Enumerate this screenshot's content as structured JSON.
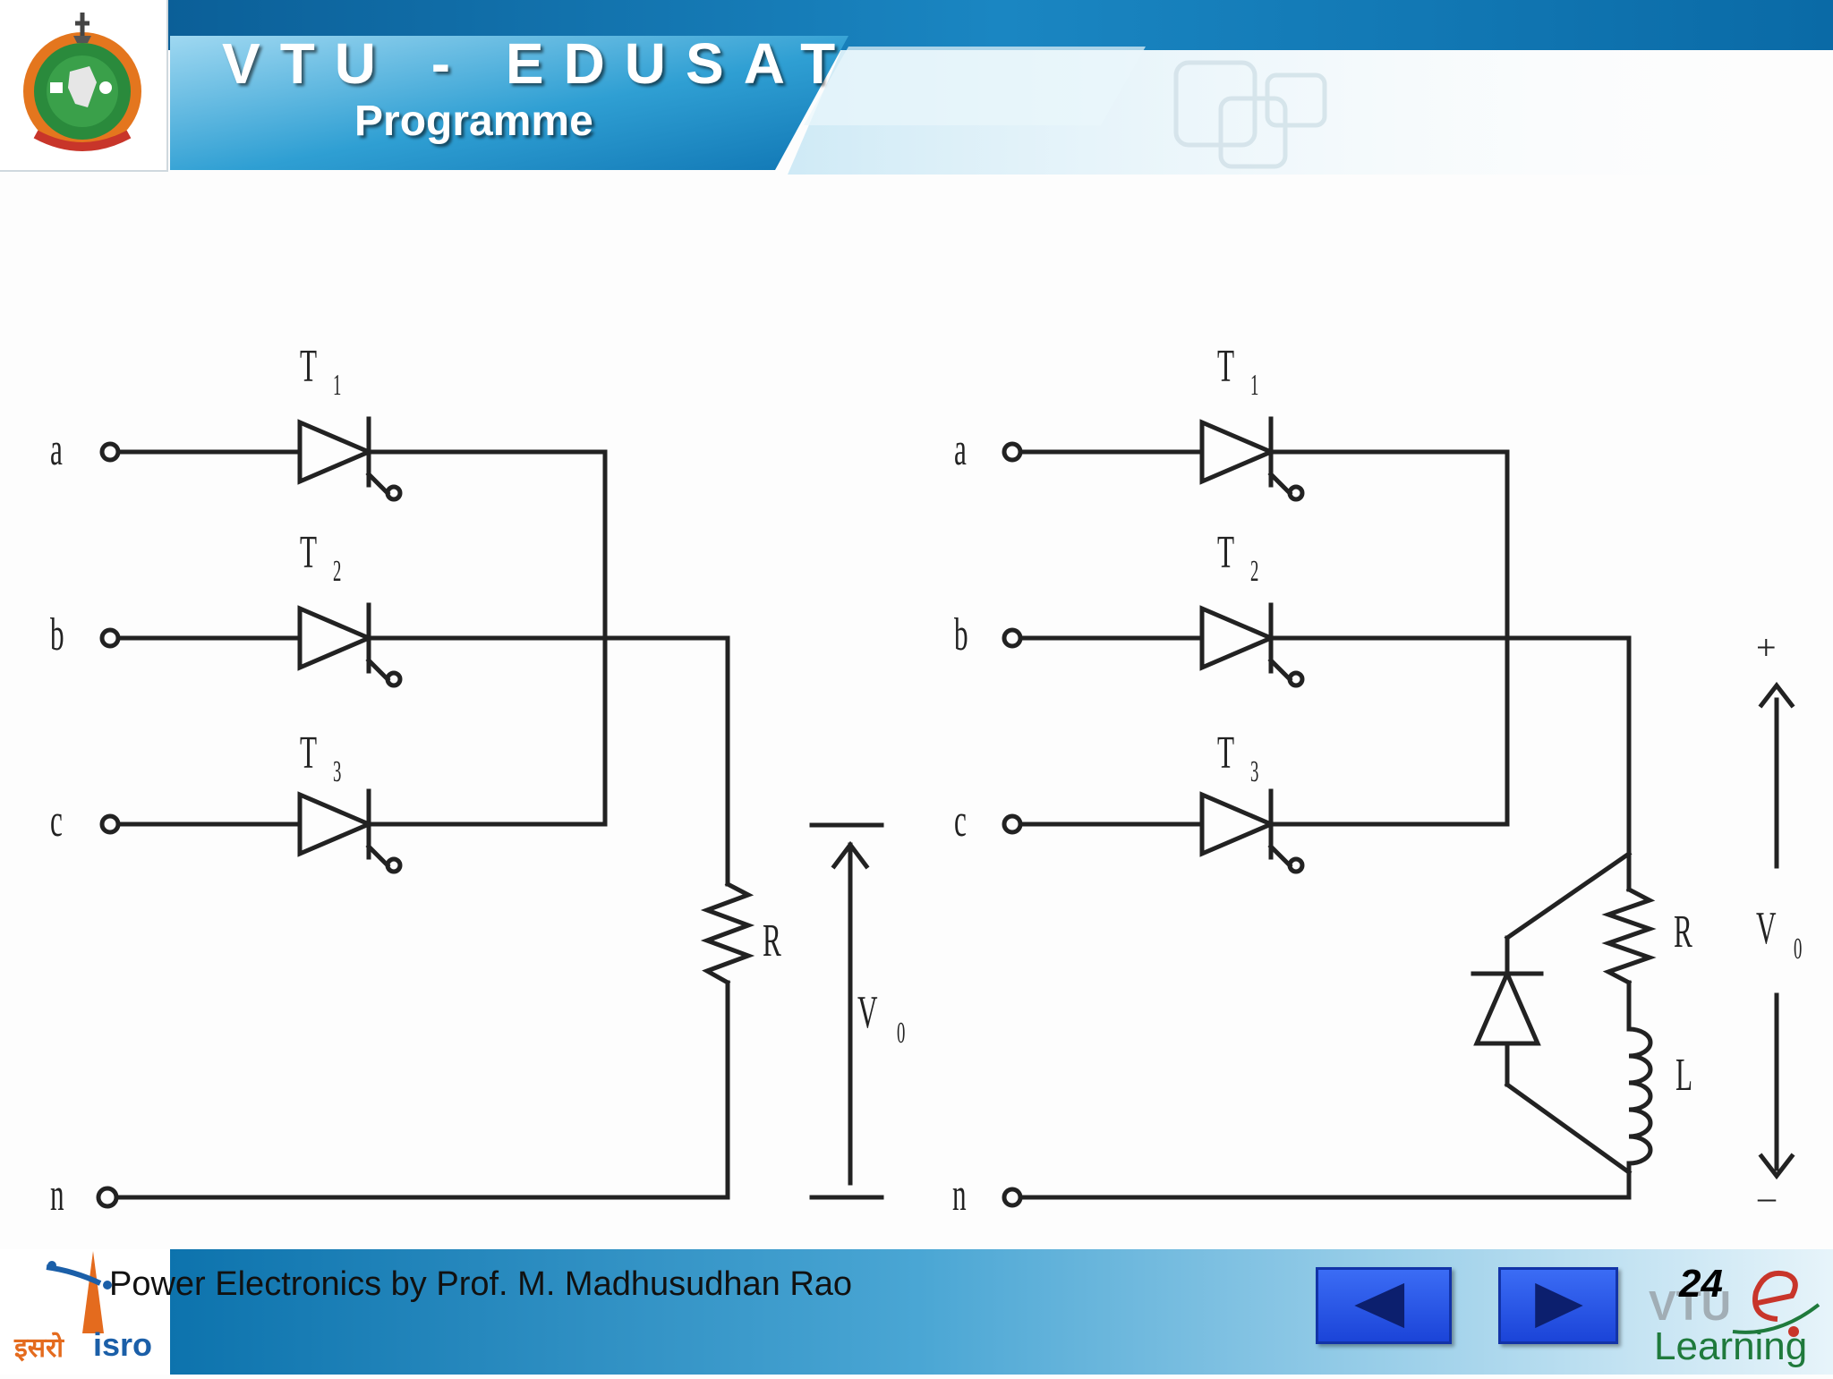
{
  "header": {
    "title": "VTU - EDUSAT",
    "subtitle": "Programme"
  },
  "circuit_left": {
    "terminals": [
      "a",
      "b",
      "c",
      "n"
    ],
    "thyristors": [
      {
        "main": "T",
        "sub": "1"
      },
      {
        "main": "T",
        "sub": "2"
      },
      {
        "main": "T",
        "sub": "3"
      }
    ],
    "resistor": "R",
    "output": {
      "main": "V",
      "sub": "0"
    }
  },
  "circuit_right": {
    "terminals": [
      "a",
      "b",
      "c",
      "n"
    ],
    "thyristors": [
      {
        "main": "T",
        "sub": "1"
      },
      {
        "main": "T",
        "sub": "2"
      },
      {
        "main": "T",
        "sub": "3"
      }
    ],
    "resistor": "R",
    "inductor": "L",
    "output": {
      "main": "V",
      "sub": "0"
    },
    "polarity_plus": "+",
    "polarity_minus": "–"
  },
  "footer": {
    "course": "Power Electronics by Prof. M. Madhusudhan Rao",
    "page_number": "24",
    "isro_hindi": "इसरो",
    "isro_latin": "isro",
    "vtu": "VTU",
    "elearning_e": "e",
    "elearning": "Learning"
  },
  "colors": {
    "banner_dark": "#0a5e96",
    "banner_light": "#8fd0ee",
    "nav_button": "#2a57e6",
    "wire": "#222222"
  }
}
